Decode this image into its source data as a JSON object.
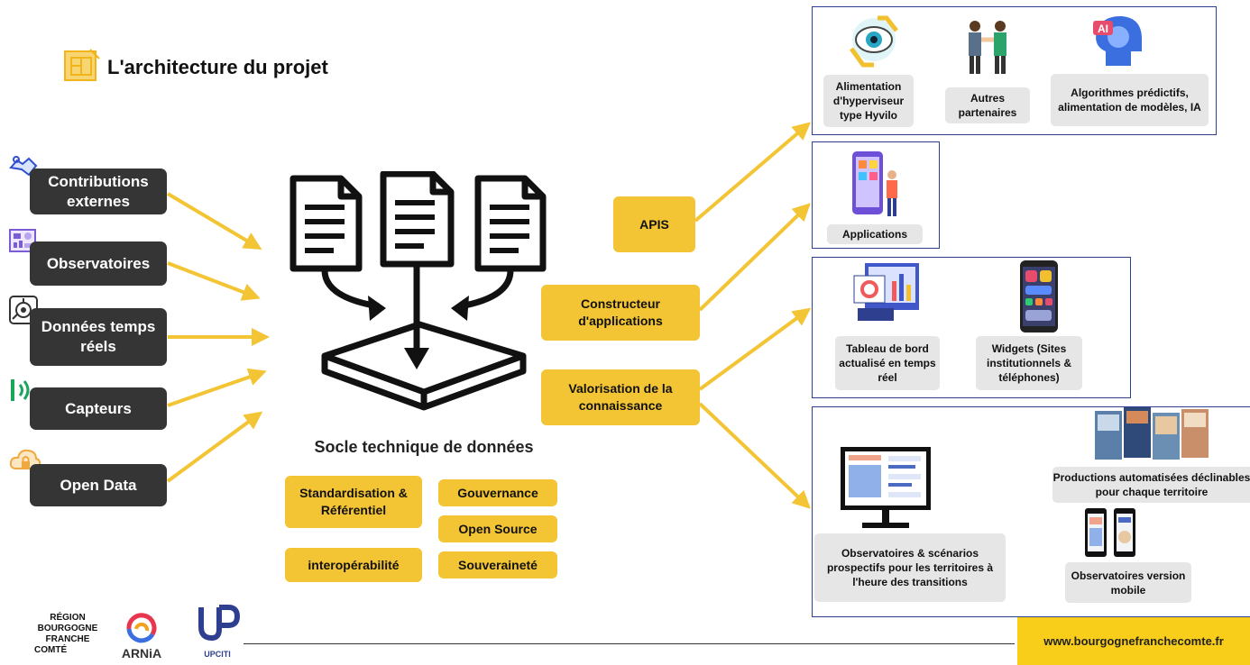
{
  "header": {
    "title": "L'architecture du projet",
    "icon": "blueprint-icon"
  },
  "sources": [
    {
      "label": "Contributions externes",
      "icon": "handshake-outline-icon"
    },
    {
      "label": "Observatoires",
      "icon": "dashboard-icon"
    },
    {
      "label": "Données temps réels",
      "icon": "realtime-gear-icon"
    },
    {
      "label": "Capteurs",
      "icon": "signal-waves-icon"
    },
    {
      "label": "Open Data",
      "icon": "cloud-lock-icon"
    }
  ],
  "center": {
    "title": "Socle technique de données",
    "tags": {
      "standardisation": "Standardisation & Référentiel",
      "gouvernance": "Gouvernance",
      "open_source": "Open Source",
      "interoperabilite": "interopérabilité",
      "souverainete": "Souveraineté"
    }
  },
  "outputs": {
    "apis": "APIS",
    "constructeur": "Constructeur d'applications",
    "valorisation": "Valorisation de la connaissance"
  },
  "panel1": {
    "hyperviseur": "Alimentation d'hyperviseur type Hyvilo",
    "partenaires": "Autres partenaires",
    "algorithmes": "Algorithmes prédictifs, alimentation de modèles, IA",
    "ai_badge": "AI"
  },
  "panel2": {
    "applications": "Applications"
  },
  "panel3": {
    "tableau": "Tableau de bord actualisé en temps réel",
    "widgets": "Widgets (Sites institutionnels & téléphones)"
  },
  "panel4": {
    "observatoires": "Observatoires & scénarios prospectifs pour les territoires à l'heure des transitions",
    "productions": "Productions automatisées déclinables pour chaque territoire",
    "mobile": "Observatoires version mobile"
  },
  "footer": {
    "region": [
      "RÉGION",
      "BOURGOGNE",
      "FRANCHE",
      "COMTÉ"
    ],
    "arnia": "ARNiA",
    "upciti": "UPCITI",
    "url": "www.bourgognefranchecomte.fr"
  },
  "colors": {
    "accent_yellow": "#f3c433",
    "dark_box": "#353535",
    "panel_border": "#2e3f8f",
    "grey_box": "#e6e6e6"
  }
}
